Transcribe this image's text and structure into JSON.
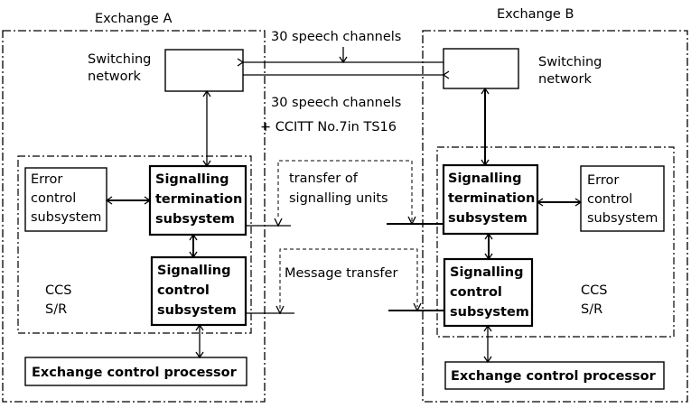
{
  "exchange_a": {
    "title": "Exchange A",
    "switching_network": [
      "Switching",
      "network"
    ],
    "error_control": [
      "Error",
      "control",
      "subsystem"
    ],
    "signalling_termination": [
      "Signalling",
      "termination",
      "subsystem"
    ],
    "signalling_control": [
      "Signalling",
      "control",
      "subsystem"
    ],
    "ccs": [
      "CCS",
      "S/R"
    ],
    "processor": "Exchange control processor"
  },
  "exchange_b": {
    "title": "Exchange B",
    "switching_network": [
      "Switching",
      "network"
    ],
    "error_control": [
      "Error",
      "control",
      "subsystem"
    ],
    "signalling_termination": [
      "Signalling",
      "termination",
      "subsystem"
    ],
    "signalling_control": [
      "Signalling",
      "control",
      "subsystem"
    ],
    "ccs": [
      "CCS",
      "S/R"
    ],
    "processor": "Exchange control processor"
  },
  "links": {
    "speech_top": "30 speech channels",
    "speech_bottom": [
      "30 speech channels",
      "+ CCITT No.7in TS16"
    ],
    "transfer_units": [
      "transfer of",
      "signalling units"
    ],
    "message_transfer": "Message transfer"
  }
}
